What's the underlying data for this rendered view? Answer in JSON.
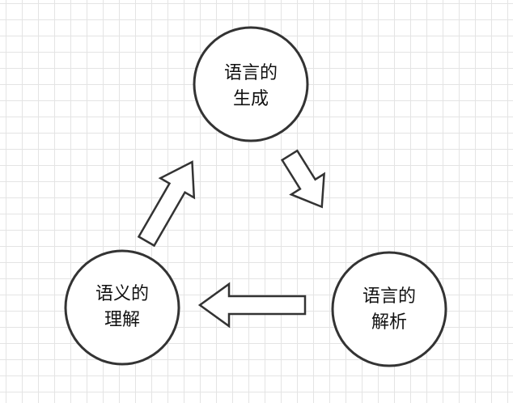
{
  "nodes": {
    "generation": {
      "line1": "语言的",
      "line2": "生成"
    },
    "parsing": {
      "line1": "语言的",
      "line2": "解析"
    },
    "understanding": {
      "line1": "语义的",
      "line2": "理解"
    }
  },
  "edges": [
    {
      "from": "generation",
      "to": "parsing"
    },
    {
      "from": "parsing",
      "to": "understanding"
    },
    {
      "from": "understanding",
      "to": "generation"
    }
  ],
  "colors": {
    "stroke": "#333333",
    "fill": "#ffffff",
    "text": "#111111",
    "grid": "#e4e4e4"
  }
}
